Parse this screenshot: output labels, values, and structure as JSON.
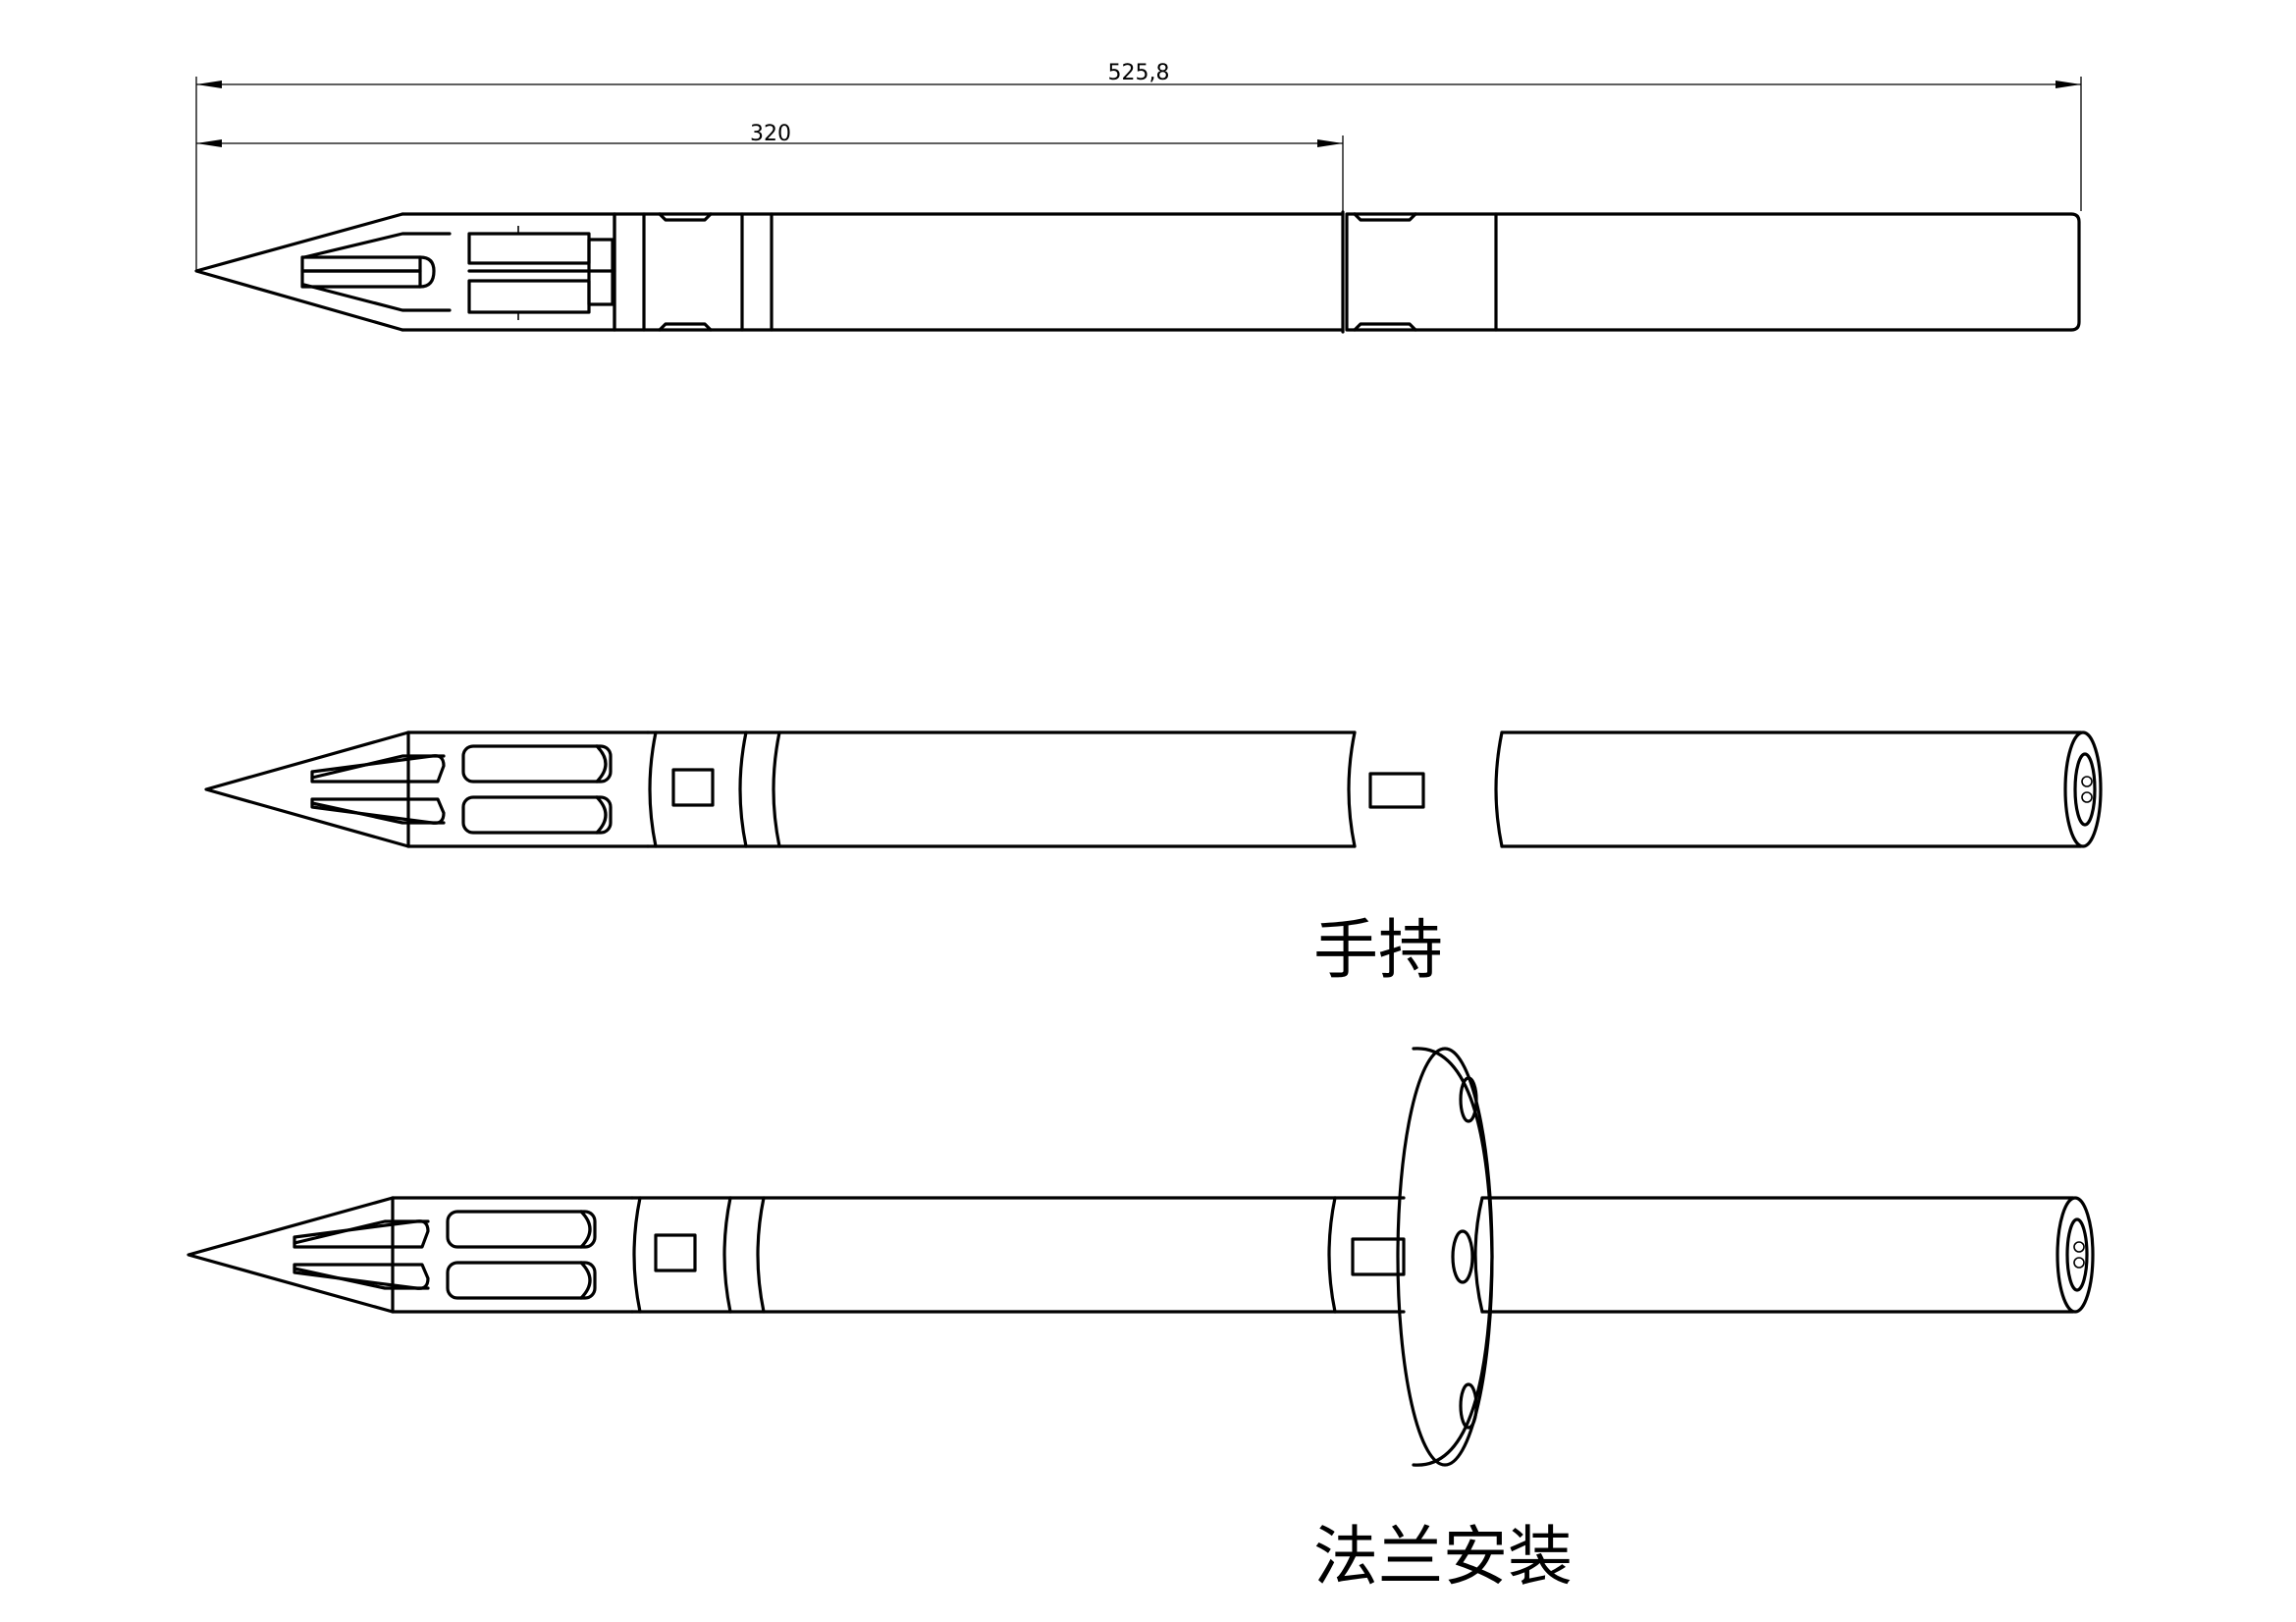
{
  "dimensions": {
    "overall_length": "525,8",
    "partial_length": "320"
  },
  "captions": {
    "handheld": "手持",
    "flange_mount": "法兰安装"
  }
}
